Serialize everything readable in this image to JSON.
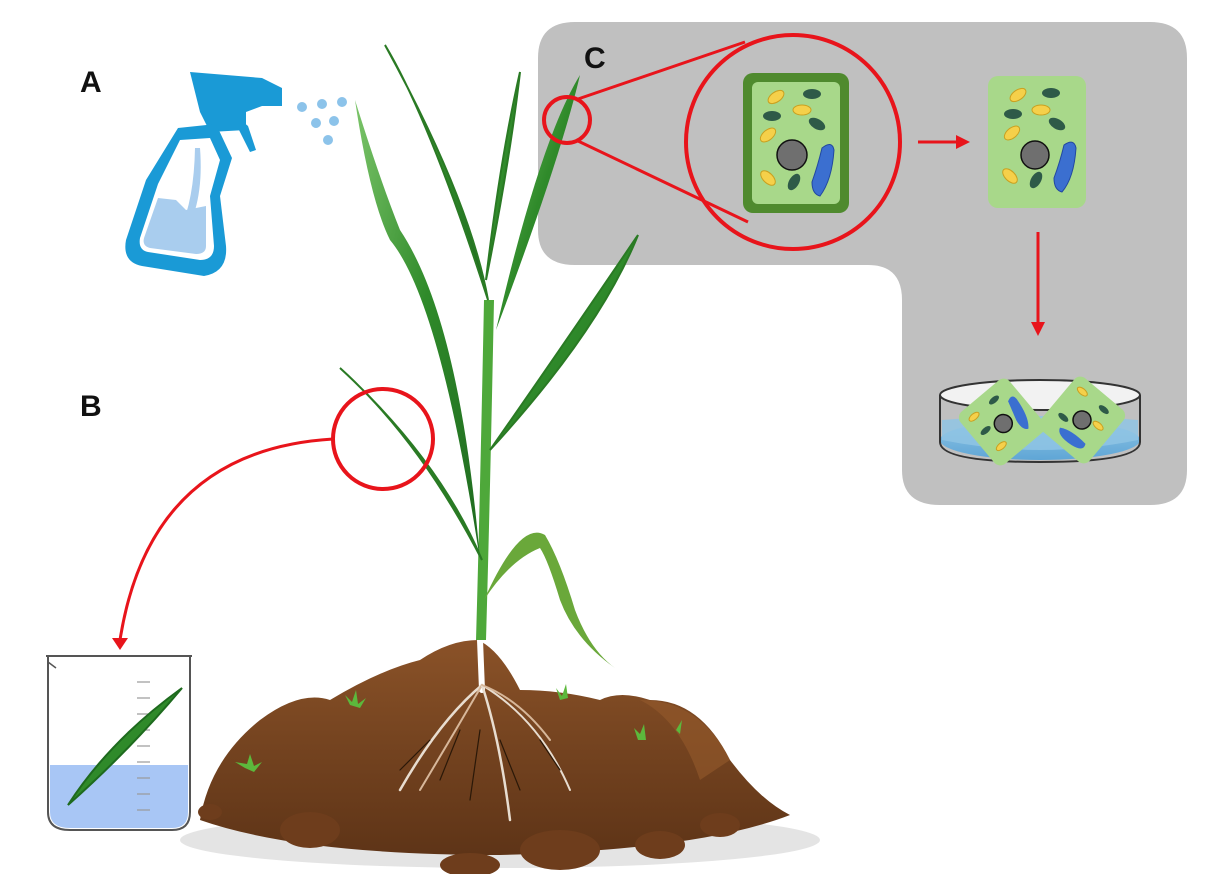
{
  "diagram": {
    "panels": [
      {
        "id": "A",
        "label": "A",
        "description": "spray bottle applying treatment to plant"
      },
      {
        "id": "B",
        "label": "B",
        "description": "leaf section excised and placed into beaker of liquid"
      },
      {
        "id": "C",
        "label": "C",
        "description": "leaf cell magnified, cell wall removed, protoplasts cultured in petri dish"
      }
    ],
    "colors": {
      "spray_blue": "#1a9ad6",
      "spray_light": "#a9cdee",
      "droplet": "#8cc3ea",
      "panel_gray": "#c0c0c0",
      "annotation_red": "#e8141b",
      "cell_wall": "#4f8a2e",
      "cytoplasm": "#a8d88a",
      "chloroplast_yellow": "#f5d04a",
      "organelle_dark": "#2e5a48",
      "nucleus": "#6f6f6f",
      "vacuole": "#3b6fd0",
      "water": "#a8c6f5",
      "soil": "#7a4622",
      "leaf_green": "#3f9a2f"
    }
  }
}
